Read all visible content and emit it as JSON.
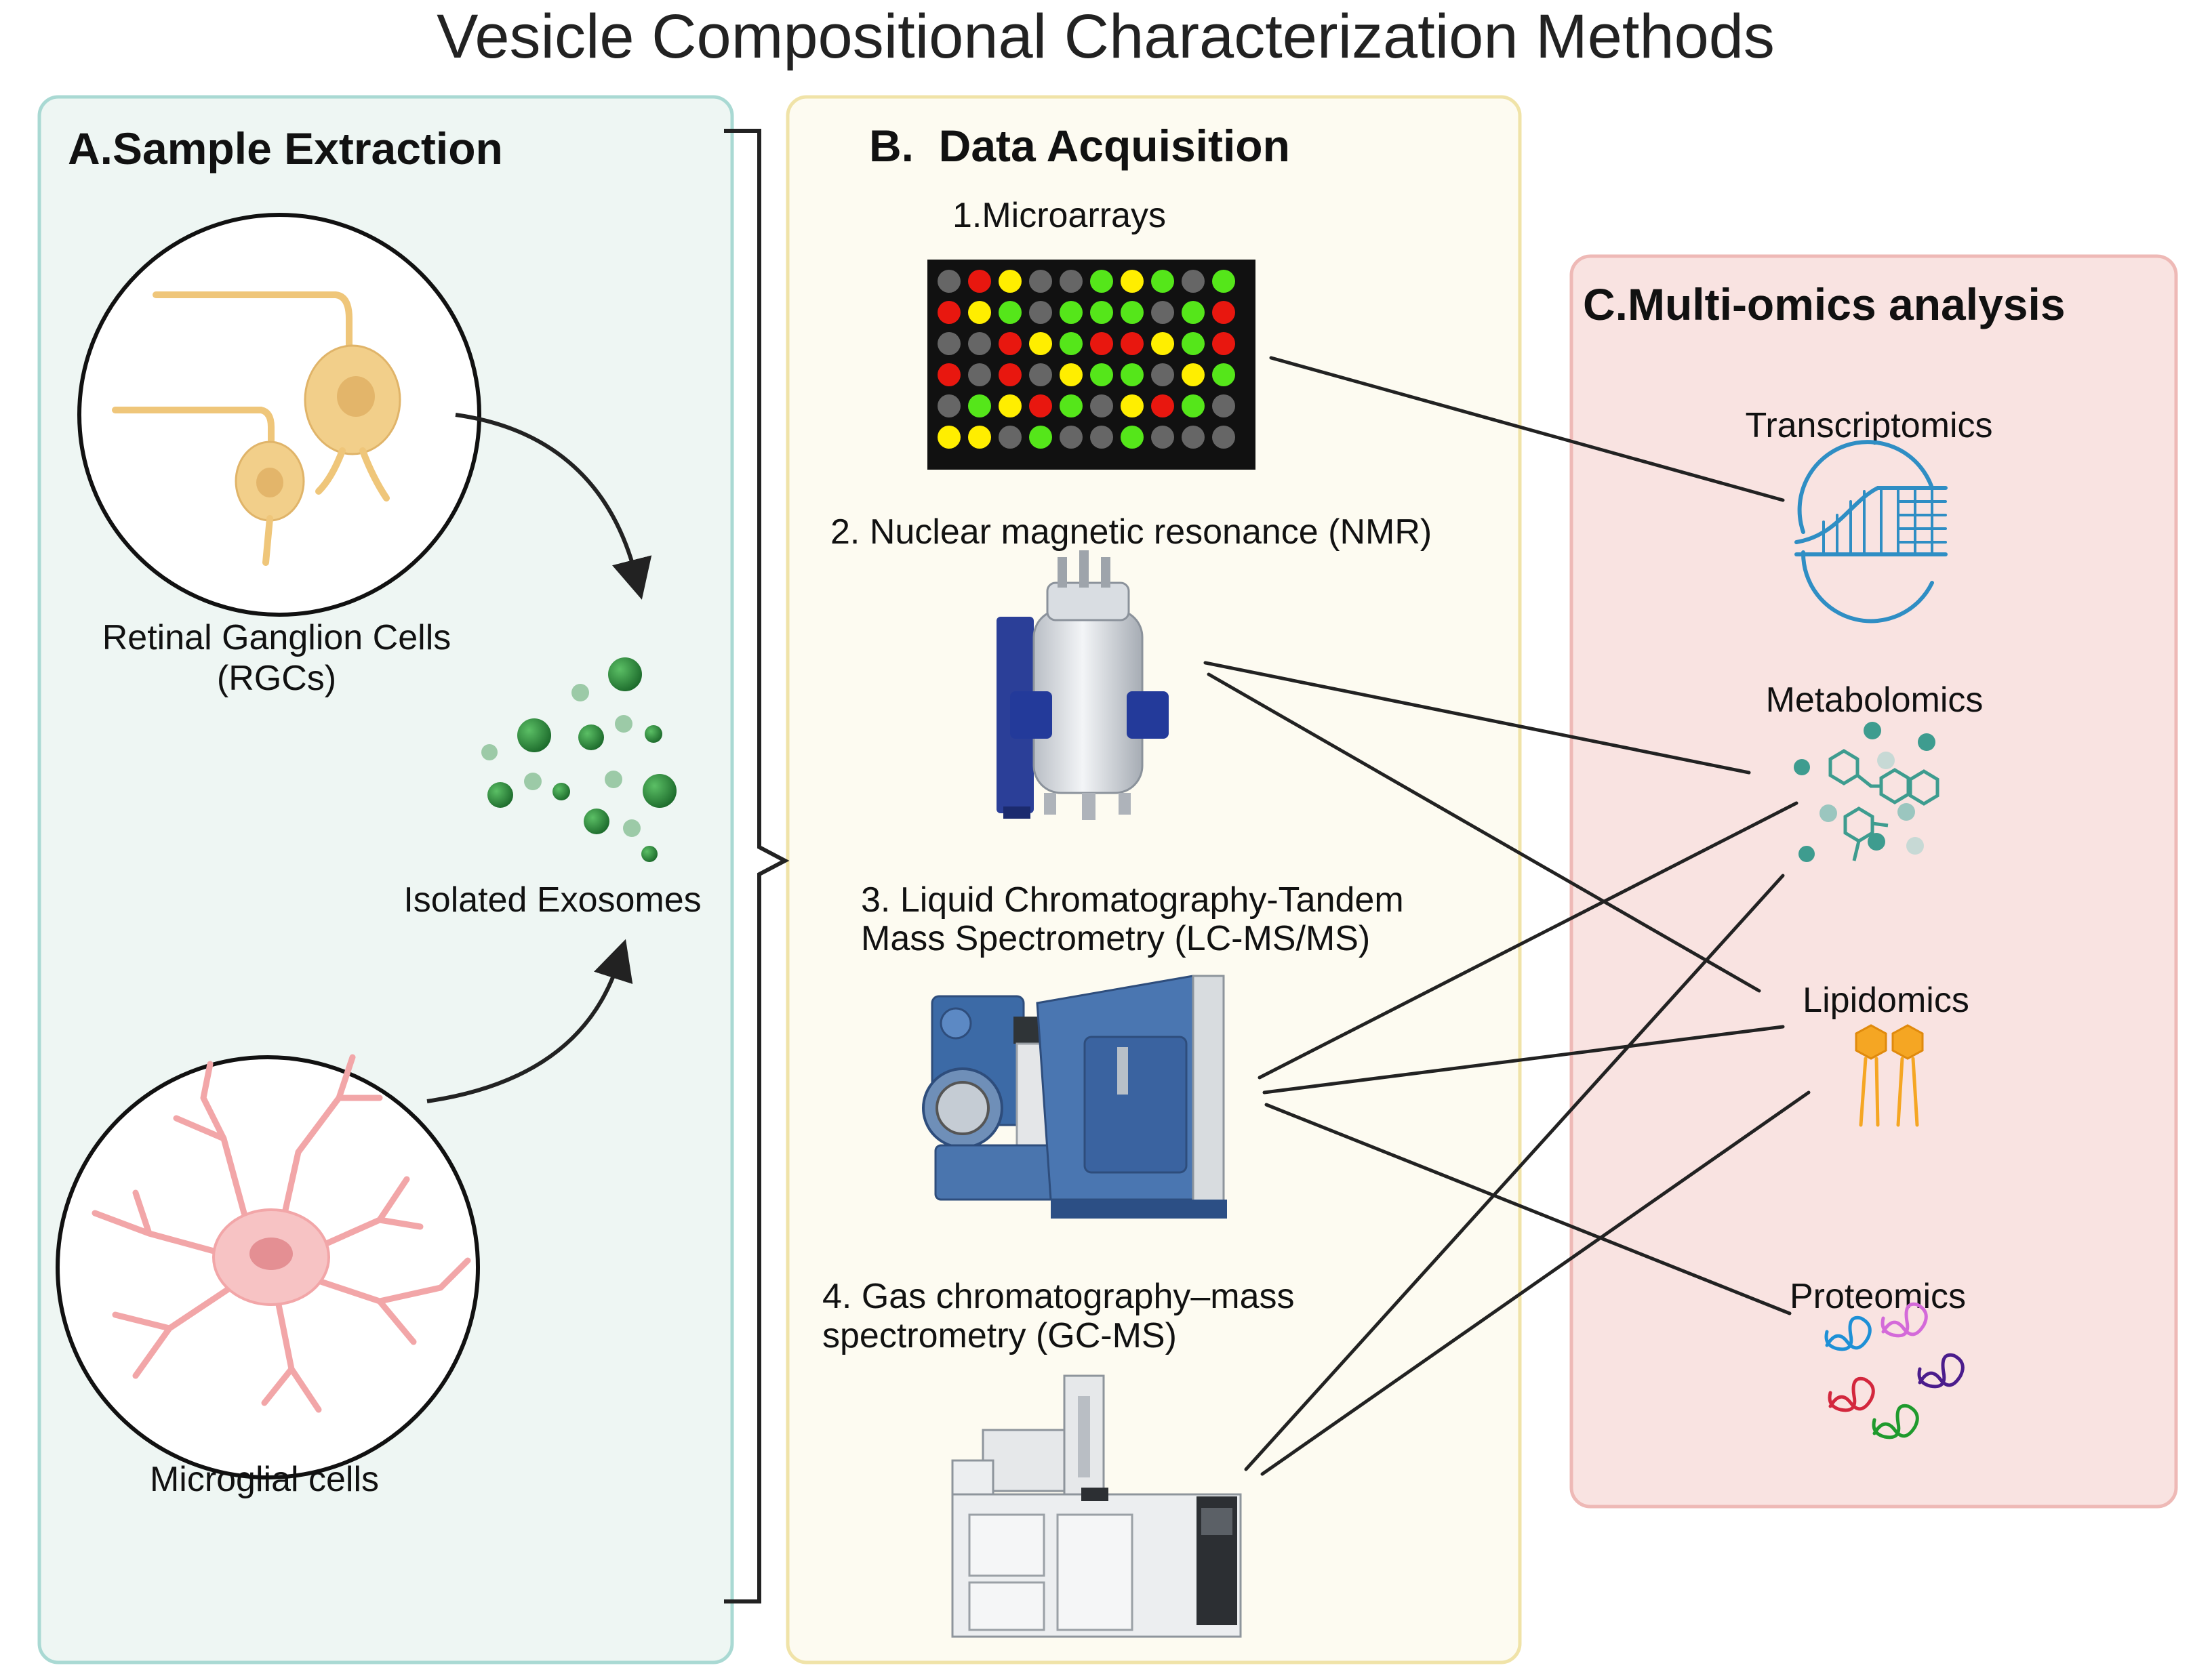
{
  "title": "Vesicle Compositional Characterization Methods",
  "panels": {
    "a": {
      "heading": "A.Sample Extraction",
      "rgc_line1": "Retinal Ganglion Cells",
      "rgc_line2": "(RGCs)",
      "exosomes": "Isolated Exosomes",
      "microglia": "Microglial cells"
    },
    "b": {
      "heading": "B.  Data Acquisition",
      "m1": "1.Microarrays",
      "m2": "2. Nuclear magnetic resonance (NMR)",
      "m3_line1": "3. Liquid Chromatography-Tandem",
      "m3_line2": "Mass Spectrometry (LC-MS/MS)",
      "m4_line1": "4. Gas chromatography–mass",
      "m4_line2": "spectrometry (GC-MS)"
    },
    "c": {
      "heading": "C.Multi-omics analysis",
      "omics": [
        "Transcriptomics",
        "Metabolomics",
        "Lipidomics",
        "Proteomics"
      ]
    }
  },
  "colors": {
    "panel_a_fill": "#eef6f3",
    "panel_a_border": "#a9d9d3",
    "panel_b_fill": "#fdfbf1",
    "panel_b_border": "#f0e3a8",
    "panel_c_fill": "#f9e3e1",
    "panel_c_border": "#eeb9b6",
    "microarray_red": "#e8170f",
    "microarray_yellow": "#ffee00",
    "microarray_green": "#55e61a",
    "microarray_gray": "#666666"
  },
  "microarray": [
    [
      "g",
      "r",
      "y",
      "g",
      "g",
      "G",
      "y",
      "G",
      "g",
      "G"
    ],
    [
      "r",
      "y",
      "G",
      "g",
      "G",
      "G",
      "G",
      "g",
      "G",
      "r"
    ],
    [
      "g",
      "g",
      "r",
      "y",
      "G",
      "r",
      "r",
      "y",
      "G",
      "r"
    ],
    [
      "r",
      "g",
      "r",
      "g",
      "y",
      "G",
      "G",
      "g",
      "y",
      "G"
    ],
    [
      "g",
      "G",
      "y",
      "r",
      "G",
      "g",
      "y",
      "r",
      "G",
      "g"
    ],
    [
      "y",
      "y",
      "g",
      "G",
      "g",
      "g",
      "G",
      "g",
      "g",
      "g"
    ]
  ]
}
